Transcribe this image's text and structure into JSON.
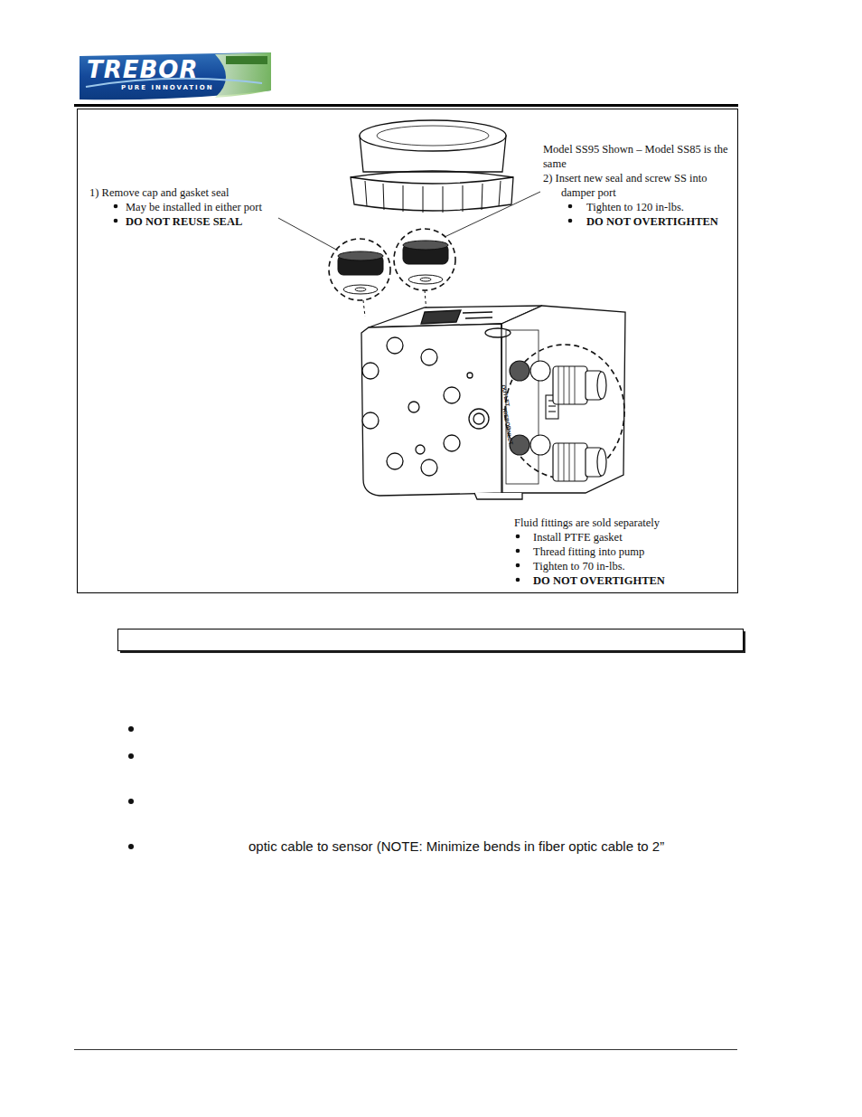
{
  "diagram": {
    "nodes": [
      {
        "text": [
          "1) Remove cap and gasket seal",
          "May be installed in either port",
          "DO NOT REUSE SEAL",
          "Model SS95 Shown – Model SS85 is the same",
          "2) Insert new seal and screw SS into damper port",
          "Tighten to 120 in-lbs.",
          "DO NOT OVERTIGHTEN",
          "Fluid fittings are sold separately",
          "Install PTFE gasket",
          "Thread fitting into pump",
          "Tighten to 70 in-lbs.",
          "DO NOT OVERTIGHTEN"
        ]
      }
    ],
    "labels": [
      "TREBOR",
      "PURE INNOVATION",
      "OUTLET",
      "TREBOR",
      "INLET",
      "optic cable to sensor (NOTE: Minimize bends in fiber optic cable to 2”"
    ]
  }
}
